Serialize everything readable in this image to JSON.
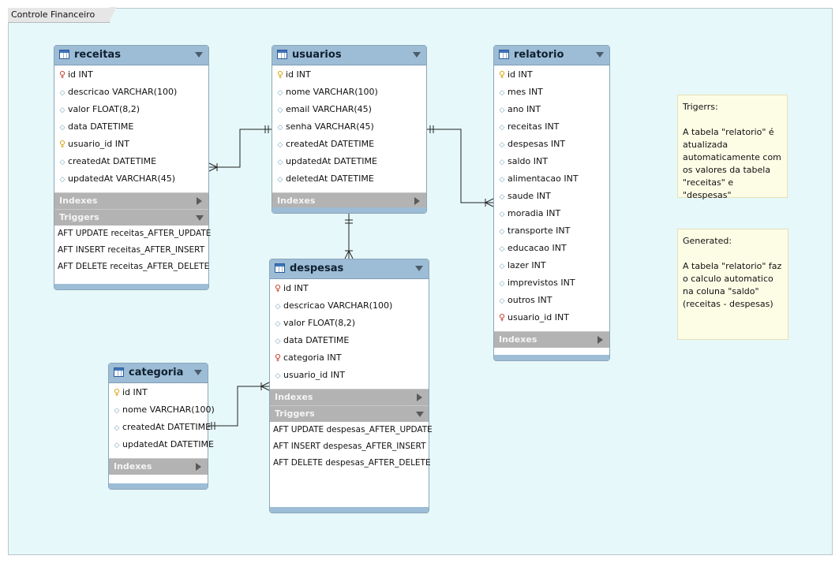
{
  "diagram": {
    "layer_title": "Controle Financeiro",
    "tables": [
      {
        "name": "receitas",
        "columns": [
          {
            "text": "id INT",
            "icon": "pk-fk-key-icon"
          },
          {
            "text": "descricao VARCHAR(100)",
            "icon": "column-diamond-icon"
          },
          {
            "text": "valor FLOAT(8,2)",
            "icon": "column-diamond-icon"
          },
          {
            "text": "data DATETIME",
            "icon": "column-diamond-icon"
          },
          {
            "text": "usuario_id INT",
            "icon": "pk-key-icon"
          },
          {
            "text": "createdAt DATETIME",
            "icon": "column-diamond-icon"
          },
          {
            "text": "updatedAt VARCHAR(45)",
            "icon": "column-diamond-icon"
          }
        ],
        "sections": [
          "Indexes",
          "Triggers"
        ],
        "triggers": [
          "AFT UPDATE receitas_AFTER_UPDATE",
          "AFT INSERT receitas_AFTER_INSERT",
          "AFT DELETE receitas_AFTER_DELETE"
        ]
      },
      {
        "name": "usuarios",
        "columns": [
          {
            "text": "id INT",
            "icon": "pk-key-icon"
          },
          {
            "text": "nome VARCHAR(100)",
            "icon": "column-diamond-icon"
          },
          {
            "text": "email VARCHAR(45)",
            "icon": "column-diamond-icon"
          },
          {
            "text": "senha VARCHAR(45)",
            "icon": "column-diamond-icon"
          },
          {
            "text": "createdAt DATETIME",
            "icon": "column-diamond-icon"
          },
          {
            "text": "updatedAt DATETIME",
            "icon": "column-diamond-icon"
          },
          {
            "text": "deletedAt DATETIME",
            "icon": "column-diamond-icon"
          }
        ],
        "sections": [
          "Indexes"
        ],
        "triggers": []
      },
      {
        "name": "relatorio",
        "columns": [
          {
            "text": "id INT",
            "icon": "pk-key-icon"
          },
          {
            "text": "mes INT",
            "icon": "column-diamond-icon"
          },
          {
            "text": "ano INT",
            "icon": "column-diamond-icon"
          },
          {
            "text": "receitas INT",
            "icon": "column-diamond-icon"
          },
          {
            "text": "despesas INT",
            "icon": "column-diamond-icon"
          },
          {
            "text": "saldo INT",
            "icon": "column-diamond-icon"
          },
          {
            "text": "alimentacao INT",
            "icon": "column-diamond-icon"
          },
          {
            "text": "saude INT",
            "icon": "column-diamond-icon"
          },
          {
            "text": "moradia INT",
            "icon": "column-diamond-icon"
          },
          {
            "text": "transporte INT",
            "icon": "column-diamond-icon"
          },
          {
            "text": "educacao INT",
            "icon": "column-diamond-icon"
          },
          {
            "text": "lazer INT",
            "icon": "column-diamond-icon"
          },
          {
            "text": "imprevistos INT",
            "icon": "column-diamond-icon"
          },
          {
            "text": "outros INT",
            "icon": "column-diamond-icon"
          },
          {
            "text": "usuario_id INT",
            "icon": "fk-key-icon"
          }
        ],
        "sections": [
          "Indexes"
        ],
        "triggers": []
      },
      {
        "name": "despesas",
        "columns": [
          {
            "text": "id INT",
            "icon": "pk-fk-key-icon"
          },
          {
            "text": "descricao VARCHAR(100)",
            "icon": "column-diamond-icon"
          },
          {
            "text": "valor FLOAT(8,2)",
            "icon": "column-diamond-icon"
          },
          {
            "text": "data DATETIME",
            "icon": "column-diamond-icon"
          },
          {
            "text": "categoria INT",
            "icon": "fk-key-icon"
          },
          {
            "text": "usuario_id INT",
            "icon": "column-diamond-icon"
          }
        ],
        "sections": [
          "Indexes",
          "Triggers"
        ],
        "triggers": [
          "AFT UPDATE despesas_AFTER_UPDATE",
          "AFT INSERT despesas_AFTER_INSERT",
          "AFT DELETE despesas_AFTER_DELETE"
        ]
      },
      {
        "name": "categoria",
        "columns": [
          {
            "text": "id INT",
            "icon": "pk-key-icon"
          },
          {
            "text": "nome VARCHAR(100)",
            "icon": "column-diamond-icon"
          },
          {
            "text": "createdAt DATETIME",
            "icon": "column-diamond-icon"
          },
          {
            "text": "updatedAt DATETIME",
            "icon": "column-diamond-icon"
          }
        ],
        "sections": [
          "Indexes"
        ],
        "triggers": []
      }
    ],
    "notes": [
      {
        "text": "Trigerrs:\n\nA tabela \"relatorio\" é atualizada automaticamente com os valores da tabela \"receitas\" e \"despesas\""
      },
      {
        "text": "Generated:\n\nA tabela \"relatorio\" faz o calculo automatico na coluna \"saldo\" (receitas - despesas)"
      }
    ],
    "relationships": [
      {
        "from": "usuarios",
        "to": "receitas",
        "type": "one-to-many"
      },
      {
        "from": "usuarios",
        "to": "relatorio",
        "type": "one-to-many"
      },
      {
        "from": "usuarios",
        "to": "despesas",
        "type": "one-to-many"
      },
      {
        "from": "categoria",
        "to": "despesas",
        "type": "one-to-many"
      }
    ],
    "colors": {
      "canvas": "#e7f8fa",
      "table_header": "#9dbdd6",
      "section": "#b3b3b3",
      "note": "#fdfde6"
    }
  }
}
